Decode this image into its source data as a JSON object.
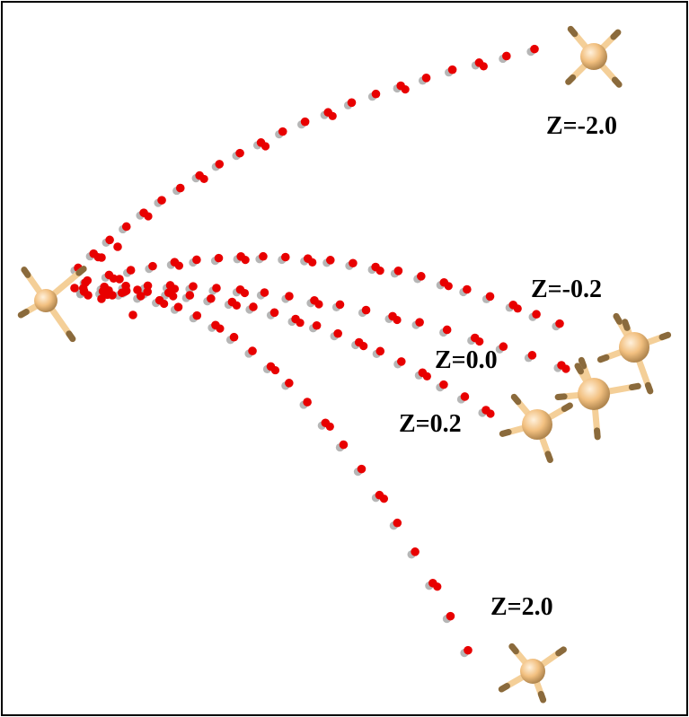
{
  "labels": {
    "z_neg2": "Z=-2.0",
    "z_neg02": "Z=-0.2",
    "z_0": "Z=0.0",
    "z_02": "Z=0.2",
    "z_2": "Z=2.0"
  },
  "colors": {
    "dot": "#e80000",
    "dot_shadow": "#a9a9a9",
    "atom": "#f2c080",
    "atom_dark": "#8a6a3c",
    "border": "#000000"
  },
  "paths": [
    {
      "label": "Z=-2.0",
      "count": 22
    },
    {
      "label": "Z=-0.2",
      "count": 22
    },
    {
      "label": "Z=0.0",
      "count": 20
    },
    {
      "label": "Z=0.2",
      "count": 20
    },
    {
      "label": "Z=2.0",
      "count": 22
    }
  ]
}
